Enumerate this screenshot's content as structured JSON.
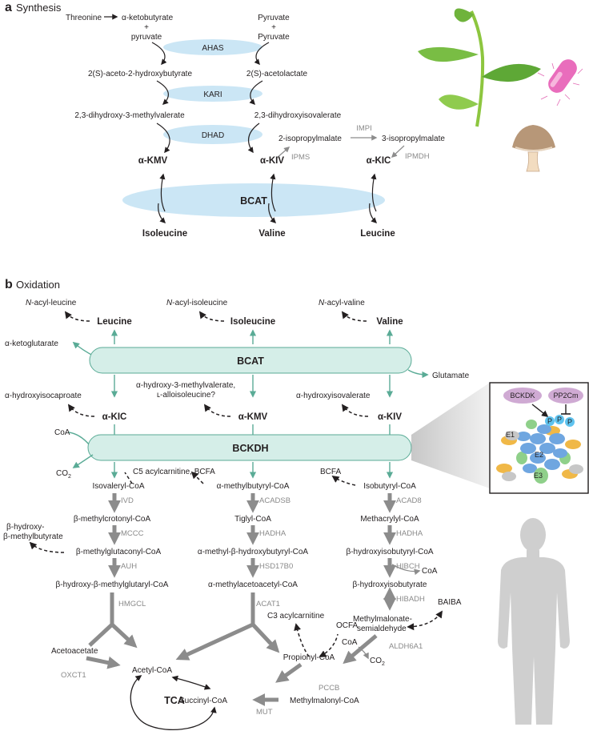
{
  "panel_a": {
    "letter": "a",
    "title": "Synthesis",
    "threonine": "Threonine",
    "akb1": "α-ketobutyrate",
    "akb2": "+",
    "akb3": "pyruvate",
    "pyr1": "Pyruvate",
    "pyr2": "+",
    "pyr3": "Pyruvate",
    "ahas": "AHAS",
    "aceto_hb": "2(S)-aceto-2-hydroxybutyrate",
    "acetolactate": "2(S)-acetolactate",
    "kari": "KARI",
    "dihydroxy_mv": "2,3-dihydroxy-3-methylvalerate",
    "dihydroxy_iv": "2,3-dihydroxyisovalerate",
    "dhad": "DHAD",
    "ipm2": "2-isopropylmalate",
    "impi": "IMPI",
    "ipm3": "3-isopropylmalate",
    "ipms": "IPMS",
    "ipmdh": "IPMDH",
    "kmv": "α-KMV",
    "kiv": "α-KIV",
    "kic": "α-KIC",
    "bcat": "BCAT",
    "ile": "Isoleucine",
    "val": "Valine",
    "leu": "Leucine"
  },
  "panel_b": {
    "letter": "b",
    "title": "Oxidation",
    "n_acyl_leu_1": "N",
    "n_acyl_leu_2": "-acyl-leucine",
    "n_acyl_ile_1": "N",
    "n_acyl_ile_2": "-acyl-isoleucine",
    "n_acyl_val_1": "N",
    "n_acyl_val_2": "-acyl-valine",
    "leu": "Leucine",
    "ile": "Isoleucine",
    "val": "Valine",
    "akg": "α-ketoglutarate",
    "bcat": "BCAT",
    "glutamate": "Glutamate",
    "ahic": "α-hydroxyisocaproate",
    "ahmv1": "α-hydroxy-3-methylvalerate,",
    "ahmv2": "ʟ-alloisoleucine?",
    "ahiv": "α-hydroxyisovalerate",
    "kic": "α-KIC",
    "kmv": "α-KMV",
    "kiv": "α-KIV",
    "coa": "CoA",
    "bckdh": "BCKDH",
    "co2": "CO",
    "c5": "C5 acylcarnitine, BCFA",
    "bcfa": "BCFA",
    "isovaleryl": "Isovaleryl-CoA",
    "amb": "α-methylbutyryl-CoA",
    "isobutyryl": "Isobutyryl-CoA",
    "ivd": "IVD",
    "acadsb": "ACADSB",
    "acad8": "ACAD8",
    "bmc": "β-methylcrotonyl-CoA",
    "tiglyl": "Tiglyl-CoA",
    "methacrylyl": "Methacrylyl-CoA",
    "hmb1": "β-hydroxy-",
    "hmb2": "β-methylbutyrate",
    "mccc": "MCCC",
    "hadha": "HADHA",
    "hadha2": "HADHA",
    "bmg": "β-methylglutaconyl-CoA",
    "ambhb": "α-methyl-β-hydroxybutyryl-CoA",
    "bhib": "β-hydroxyisobutyryl-CoA",
    "auh": "AUH",
    "hsd": "HSD17B0",
    "hibch": "HIBCH",
    "coa2": "CoA",
    "hmg": "β-hydroxy-β-methylglutaryl-CoA",
    "maa": "α-methylacetoacetyl-CoA",
    "bhiba": "β-hydroxyisobutyrate",
    "hmgcl": "HMGCL",
    "acat1": "ACAT1",
    "hibadh": "HIBADH",
    "c3": "C3 acylcarnitine",
    "ocfa": "OCFA",
    "mms1": "Methylmalonate-",
    "mms2": "semialdehyde",
    "baiba": "BAIBA",
    "acetoacetate": "Acetoacetate",
    "coa3": "CoA",
    "aldh": "ALDH6A1",
    "co2b": "CO",
    "propionyl": "Propionyl-CoA",
    "oxct1": "OXCT1",
    "acetyl": "Acetyl-CoA",
    "pccb": "PCCB",
    "tca": "TCA",
    "succinyl": "Succinyl-CoA",
    "mut": "MUT",
    "mmc": "Methylmalonyl-CoA",
    "inset": {
      "bckdk": "BCKDK",
      "pp2cm": "PP2Cm",
      "p": "P",
      "e1": "E1",
      "e2": "E2",
      "e3": "E3"
    }
  },
  "colors": {
    "green_arrow": "#5aab96",
    "oval_blue": "#cbe6f5",
    "bar_green": "#d5eee8",
    "grey_arrow": "#8c8c8c",
    "purple": "#cfaad3"
  }
}
